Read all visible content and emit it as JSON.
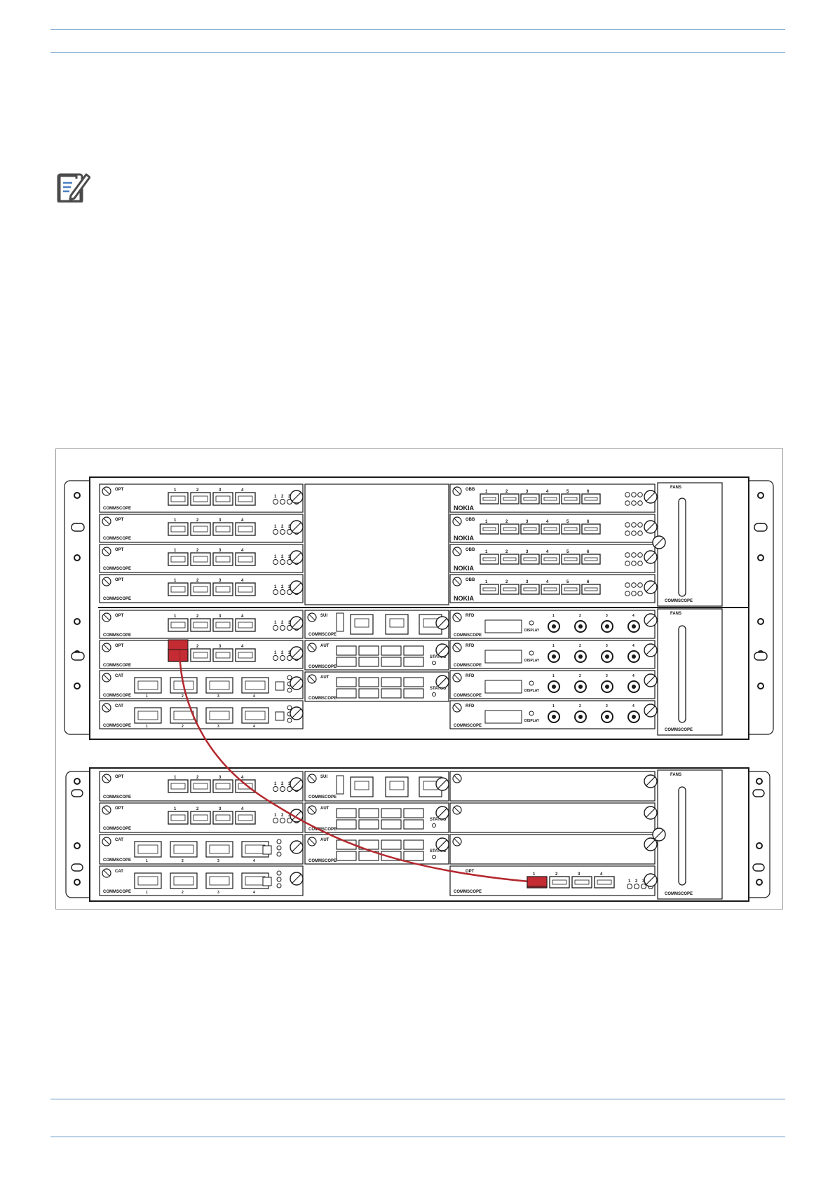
{
  "figure": {
    "upper_chassis": {
      "rear_cards": [
        {
          "type": "OPT",
          "brand": "COMMSCOPE",
          "ports": [
            "1",
            "2",
            "3",
            "4"
          ],
          "leds": [
            "1",
            "2",
            "3",
            "4"
          ]
        },
        {
          "type": "OPT",
          "brand": "COMMSCOPE",
          "ports": [
            "1",
            "2",
            "3",
            "4"
          ],
          "leds": [
            "1",
            "2",
            "3",
            "4"
          ]
        },
        {
          "type": "OPT",
          "brand": "COMMSCOPE",
          "ports": [
            "1",
            "2",
            "3",
            "4"
          ],
          "leds": [
            "1",
            "2",
            "3",
            "4"
          ]
        },
        {
          "type": "OPT",
          "brand": "COMMSCOPE",
          "ports": [
            "1",
            "2",
            "3",
            "4"
          ],
          "leds": [
            "1",
            "2",
            "3",
            "4"
          ]
        }
      ],
      "obb_cards": [
        {
          "type": "OBB",
          "brand": "NOKIA",
          "ports": [
            "1",
            "2",
            "3",
            "4",
            "5",
            "6"
          ]
        },
        {
          "type": "OBB",
          "brand": "NOKIA",
          "ports": [
            "1",
            "2",
            "3",
            "4",
            "5",
            "6"
          ]
        },
        {
          "type": "OBB",
          "brand": "NOKIA",
          "ports": [
            "1",
            "2",
            "3",
            "4",
            "5",
            "6"
          ]
        },
        {
          "type": "OBB",
          "brand": "NOKIA",
          "ports": [
            "1",
            "2",
            "3",
            "4",
            "5",
            "6"
          ]
        }
      ],
      "front_left_cards": [
        {
          "type": "OPT",
          "brand": "COMMSCOPE",
          "ports": [
            "1",
            "2",
            "3",
            "4"
          ]
        },
        {
          "type": "OPT",
          "brand": "COMMSCOPE",
          "ports": [
            "1",
            "2",
            "3",
            "4"
          ]
        },
        {
          "type": "CAT",
          "brand": "COMMSCOPE",
          "ports": [
            "1",
            "2",
            "3",
            "4"
          ]
        },
        {
          "type": "CAT",
          "brand": "COMMSCOPE",
          "ports": [
            "1",
            "2",
            "3",
            "4"
          ]
        }
      ],
      "center_cards": [
        {
          "type": "SUI",
          "brand": "COMMSCOPE"
        },
        {
          "type": "AUT",
          "brand": "COMMSCOPE",
          "status": "STATUS"
        },
        {
          "type": "AUT",
          "brand": "COMMSCOPE",
          "status": "STATUS"
        }
      ],
      "rfd_cards": [
        {
          "type": "RFD",
          "brand": "COMMSCOPE",
          "display": "DISPLAY",
          "ports": [
            "1",
            "2",
            "3",
            "4"
          ]
        },
        {
          "type": "RFD",
          "brand": "COMMSCOPE",
          "display": "DISPLAY",
          "ports": [
            "1",
            "2",
            "3",
            "4"
          ]
        },
        {
          "type": "RFD",
          "brand": "COMMSCOPE",
          "display": "DISPLAY",
          "ports": [
            "1",
            "2",
            "3",
            "4"
          ]
        },
        {
          "type": "RFD",
          "brand": "COMMSCOPE",
          "display": "DISPLAY",
          "ports": [
            "1",
            "2",
            "3",
            "4"
          ]
        }
      ],
      "fans": [
        {
          "label": "FANS",
          "brand": "COMMSCOPE"
        },
        {
          "label": "FANS",
          "brand": "COMMSCOPE"
        }
      ]
    },
    "lower_chassis": {
      "left_cards": [
        {
          "type": "OPT",
          "brand": "COMMSCOPE",
          "ports": [
            "1",
            "2",
            "3",
            "4"
          ]
        },
        {
          "type": "OPT",
          "brand": "COMMSCOPE",
          "ports": [
            "1",
            "2",
            "3",
            "4"
          ]
        },
        {
          "type": "CAT",
          "brand": "COMMSCOPE",
          "ports": [
            "1",
            "2",
            "3",
            "4"
          ]
        },
        {
          "type": "CAT",
          "brand": "COMMSCOPE",
          "ports": [
            "1",
            "2",
            "3",
            "4"
          ]
        }
      ],
      "center_cards": [
        {
          "type": "SUI",
          "brand": "COMMSCOPE"
        },
        {
          "type": "AUT",
          "brand": "COMMSCOPE",
          "status": "STATUS"
        },
        {
          "type": "AUT",
          "brand": "COMMSCOPE",
          "status": "STATUS"
        }
      ],
      "right_opt": {
        "type": "OPT",
        "brand": "COMMSCOPE",
        "ports": [
          "1",
          "2",
          "3",
          "4"
        ]
      },
      "fans": {
        "label": "FANS",
        "brand": "COMMSCOPE"
      }
    },
    "colors": {
      "cable": "#b3282e",
      "highlight": "#c42b33",
      "line": "#1a1a1a",
      "rule": "#5b93c5"
    }
  }
}
